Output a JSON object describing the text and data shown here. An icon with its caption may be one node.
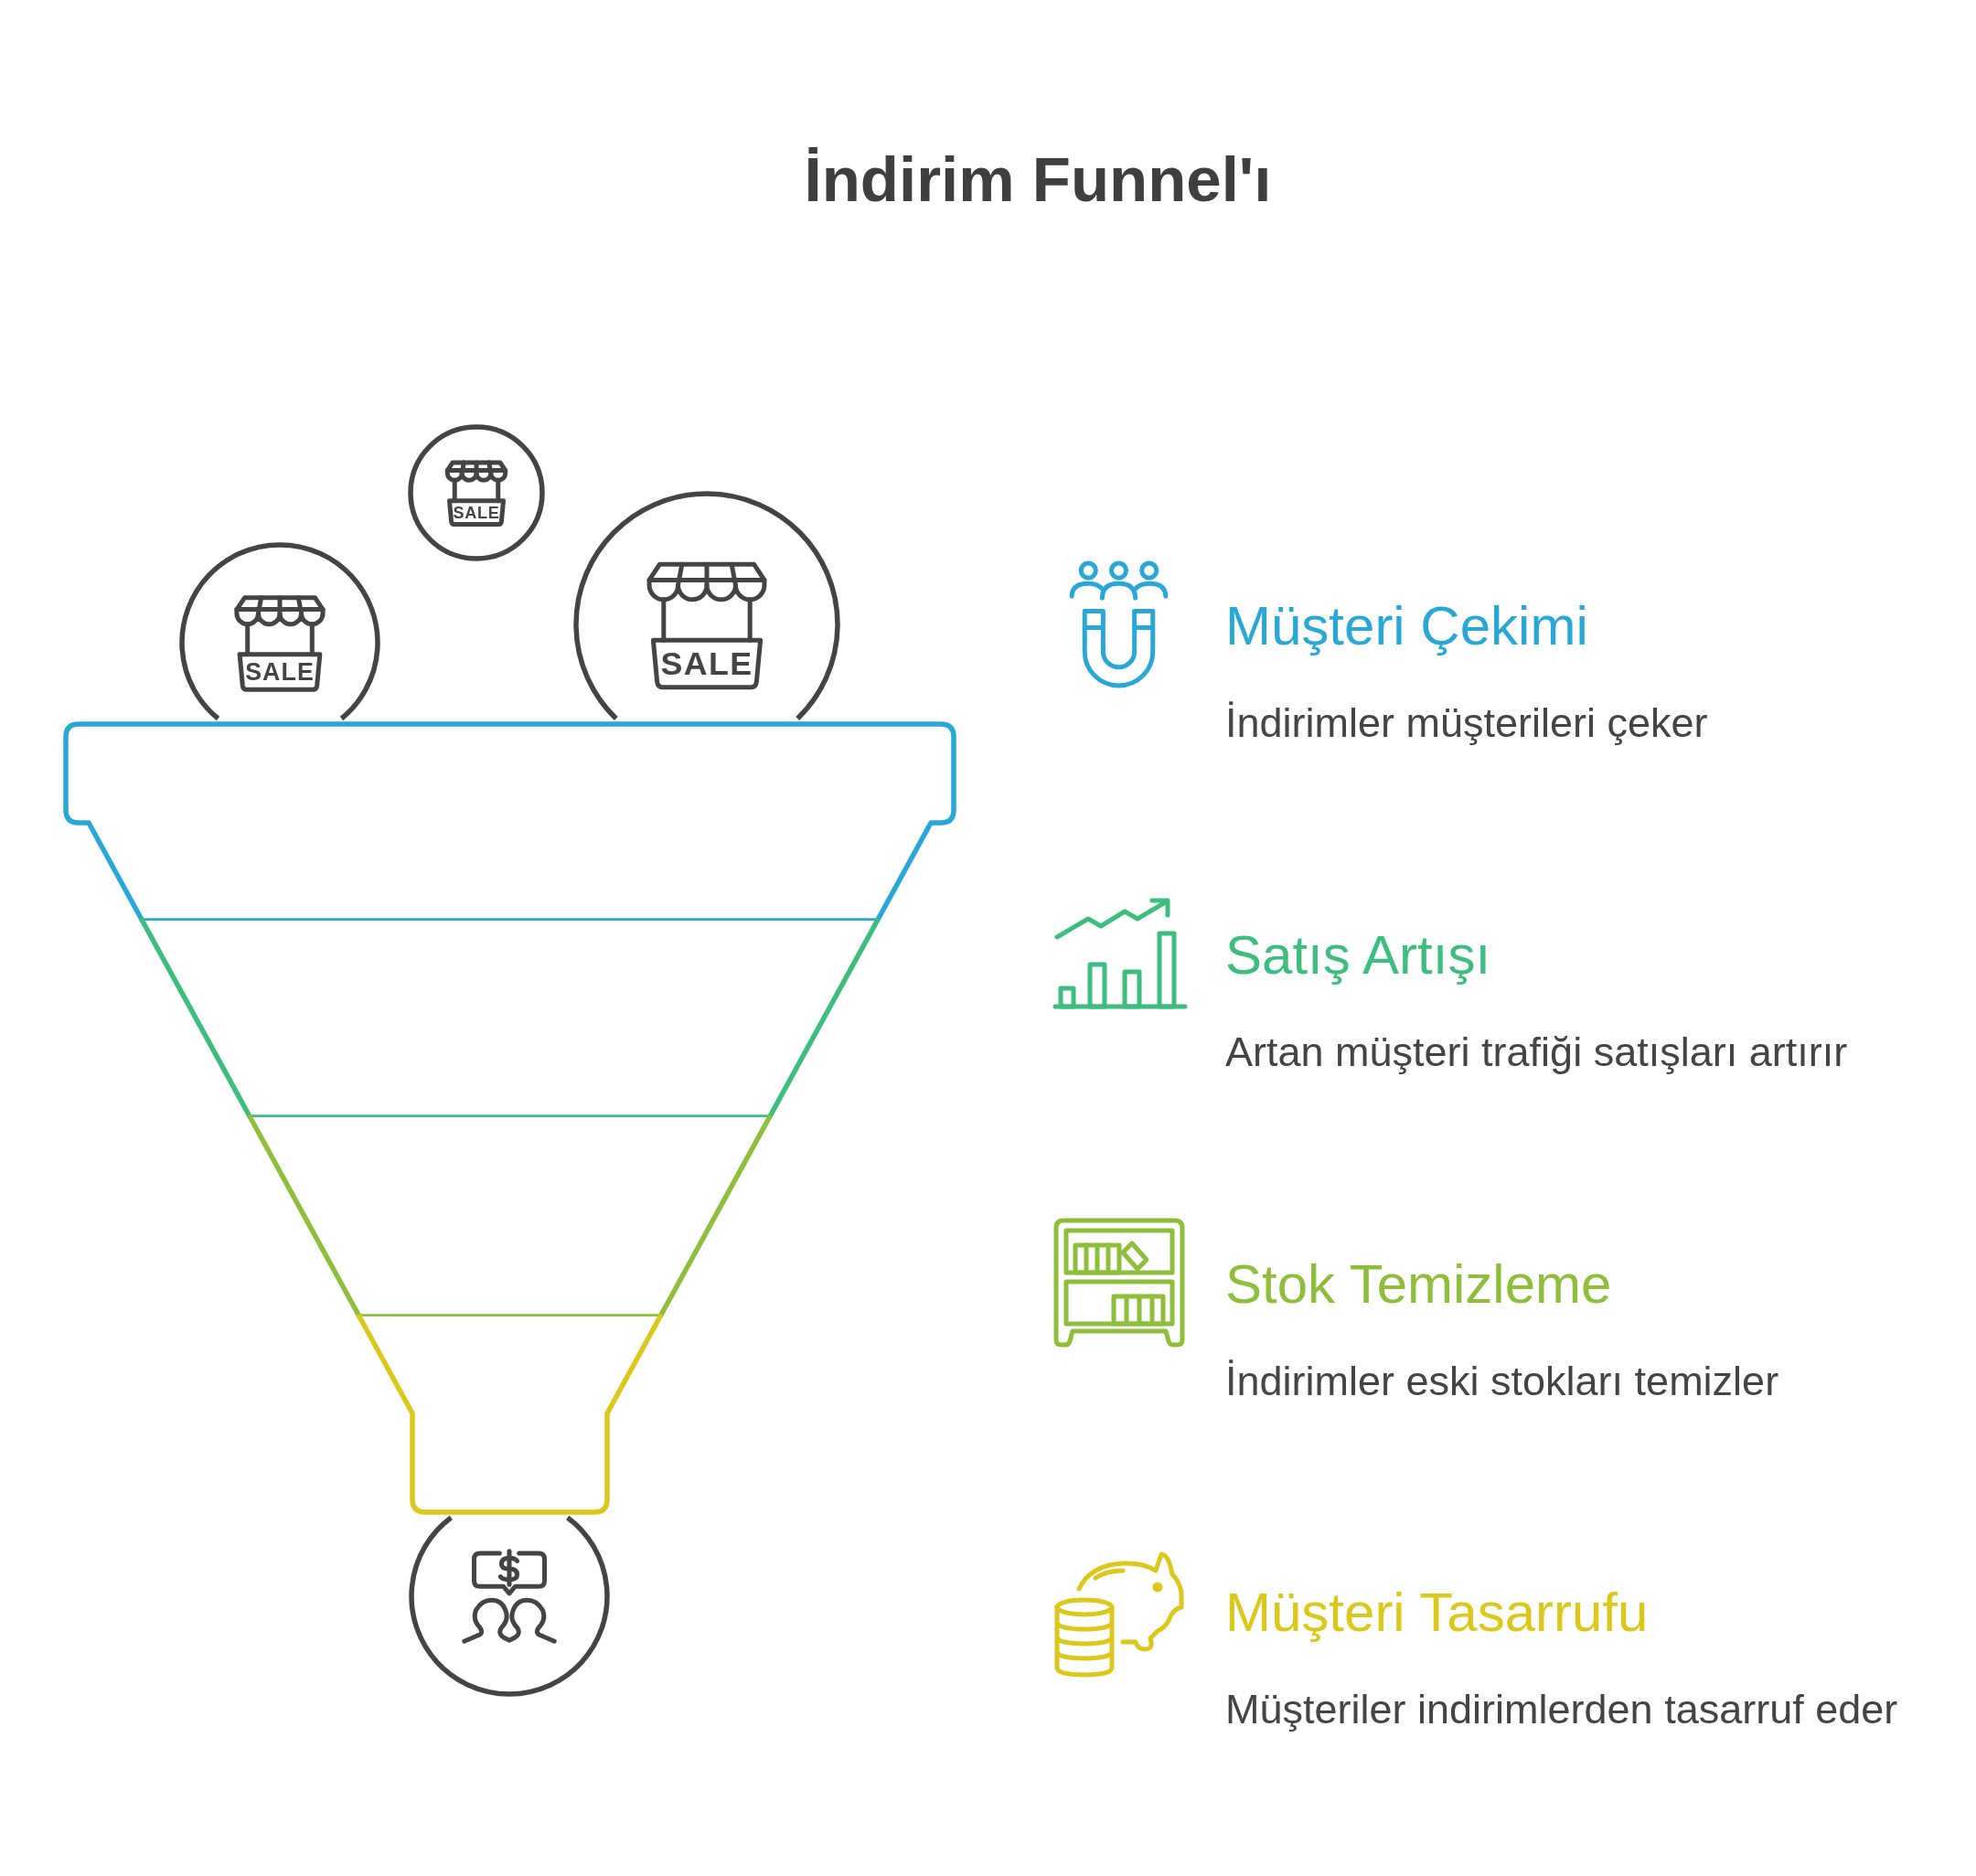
{
  "diagram": {
    "title": "İndirim Funnel'ı",
    "nodes": [
      {
        "text": [
          "SALE"
        ]
      },
      {
        "text": [
          "SALE"
        ]
      },
      {
        "text": [
          "SALE"
        ]
      },
      {
        "text": [],
        "shape": "band"
      },
      {
        "text": [],
        "shape": "band"
      },
      {
        "text": [],
        "shape": "band"
      },
      {
        "text": [],
        "shape": "band"
      },
      {
        "text": [],
        "shape": "circle"
      }
    ],
    "labels": [
      "Müşteri Çekimi",
      "İndirimler müşterileri çeker",
      "Satış Artışı",
      "Artan müşteri trafiği satışları artırır",
      "Stok Temizleme",
      "İndirimler eski stokları temizler",
      "Müşteri Tasarrufu",
      "Müşteriler indirimlerden tasarruf eder"
    ]
  }
}
